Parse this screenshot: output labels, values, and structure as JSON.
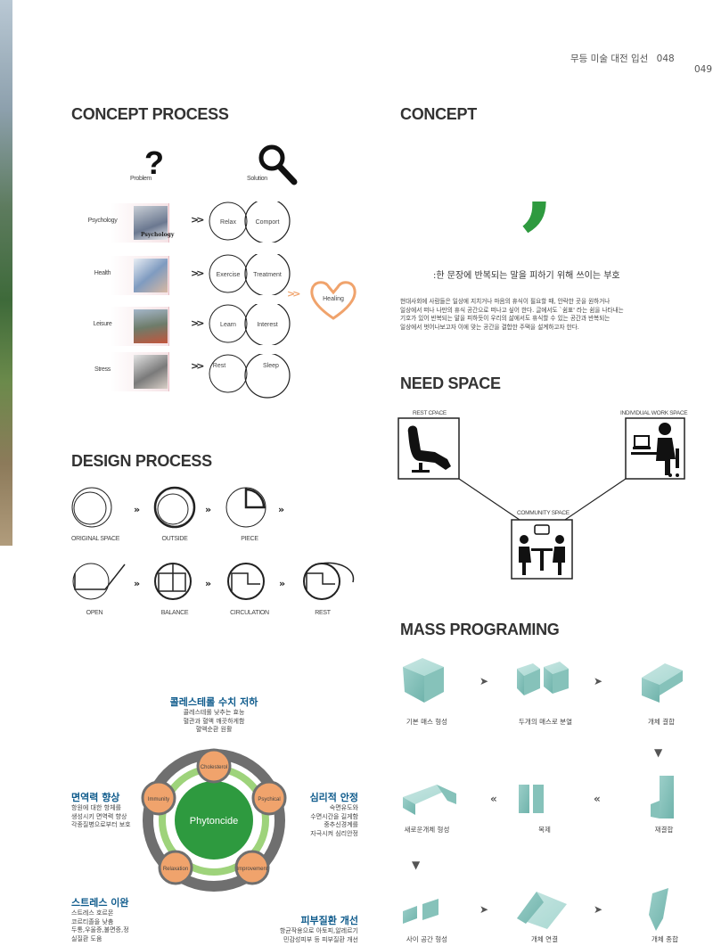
{
  "header": {
    "title": "무등 미술 대전 입선",
    "page_numbers": [
      "048",
      "049"
    ]
  },
  "concept_process": {
    "heading": "CONCEPT PROCESS",
    "problem_label": "Problem",
    "solution_label": "Solution",
    "rows": [
      {
        "label": "Psychology",
        "photo_caption": "Psychology",
        "left": "Relax",
        "right": "Comport"
      },
      {
        "label": "Health",
        "photo_caption": "",
        "left": "Exercise",
        "right": "Treatment"
      },
      {
        "label": "Leisure",
        "photo_caption": "",
        "left": "Learn",
        "right": "Interest"
      },
      {
        "label": "Stress",
        "photo_caption": "",
        "left": "Rest",
        "right": "Sleep"
      }
    ],
    "result_label": "Healing"
  },
  "design_process": {
    "heading": "DESIGN PROCESS",
    "steps_row1": [
      "ORIGINAL SPACE",
      "OUTSIDE",
      "PIECE"
    ],
    "steps_row2": [
      "OPEN",
      "BALANCE",
      "CIRCULATION",
      "REST"
    ]
  },
  "phytoncide": {
    "center": "Phytoncide",
    "nodes": [
      "Cholesterol",
      "Psychical",
      "Improvement",
      "Relaxation",
      "Immunity"
    ],
    "top_title": "콜레스테롤 수치 저하",
    "top_text": [
      "콜레스테롤 낮추는 효능",
      "혈관과 혈액 깨끗하게함",
      "혈액순환 원활"
    ],
    "left_title": "면역력 향상",
    "left_text": [
      "항원에 대한 항체를",
      "생성시키 면역력 향상",
      "각종질병으로부터 보호"
    ],
    "right_title": "심리적 안정",
    "right_text": [
      "숙면유도와",
      "수면시간을 길게함",
      "중추신경계를",
      "자극시켜 심리안정"
    ],
    "bottom_left_title": "스트레스 이완",
    "bottom_left_text": [
      "스트레스 호르몬",
      "코르티졸을 낮춤",
      "두통,우울증,불면증,정",
      "실질환 도움"
    ],
    "bottom_right_title": "피부질환 개선",
    "bottom_right_text": [
      "항균작용으로 아토피,알레르기",
      "민감성피부 등 피부질환 개선"
    ]
  },
  "concept": {
    "heading": "CONCEPT",
    "symbol": ",",
    "subtitle": ":한 문장에  반복되는 말을 피하기 위해 쓰이는 부호",
    "body": [
      "현대사회에 사람들은 일상에 지치거나 마음의 휴식이 필요할 때, 안락한 곳을 원하거나",
      "일상에서 떠나 나만의 휴식 공간으로 떠나고 싶어 한다. 글에서도 `쉼표' 라는 쉼을 나타내는",
      "기호가 있어 반복되는 말을 피하듯이 우리의 삶에서도 휴식할 수 있는 공간과 반복되는",
      "일상에서 벗어나보고자 이에 맞는 공간을 결합한 주택을 설계하고자 한다."
    ]
  },
  "need_space": {
    "heading": "NEED SPACE",
    "rest": "REST CPACE",
    "work": "INDIVIDUAL WORK SPACE",
    "community": "COMMUNITY SPACE"
  },
  "mass_programing": {
    "heading": "MASS PROGRAMING",
    "steps": [
      "기본 매스 형성",
      "두개의 매스로 분열",
      "개체 결합",
      "재결합",
      "복제",
      "새로운개체 형성",
      "사이 공간 형성",
      "개체 연결",
      "개체 종합"
    ]
  },
  "colors": {
    "green": "#2e9a3f",
    "orange": "#f0a36c",
    "gray": "#6f6f6f",
    "light_green": "#9ed37b",
    "blue_title": "#0f5b8c",
    "mass": "#9ccfc9"
  }
}
